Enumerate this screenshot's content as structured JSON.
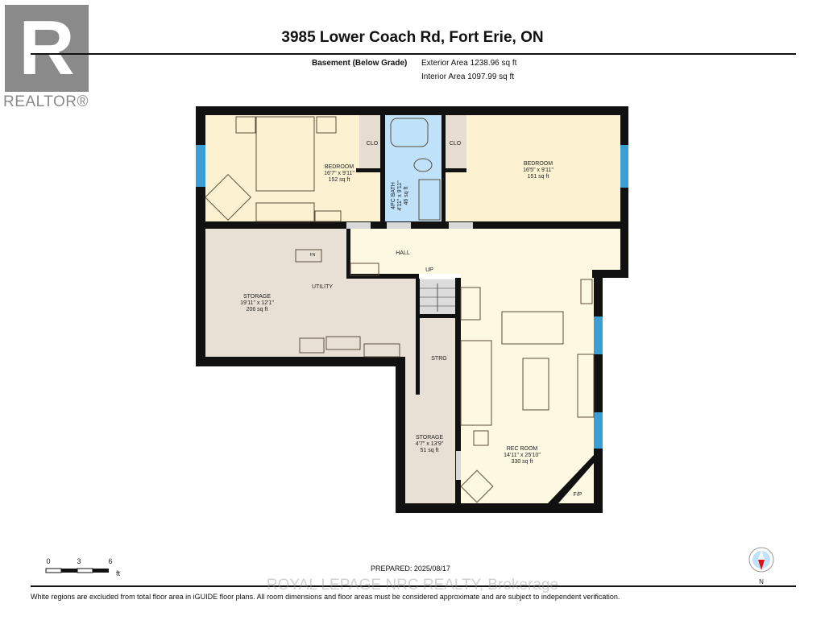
{
  "title": "3985 Lower Coach Rd, Fort Erie, ON",
  "floor": {
    "name": "Basement (Below Grade)",
    "exterior_area": "Exterior Area 1238.96 sq ft",
    "interior_area": "Interior Area 1097.99 sq ft"
  },
  "logo": {
    "letter": "R",
    "text": "REALTOR®"
  },
  "rooms": {
    "bedroom1": {
      "name": "BEDROOM",
      "dims": "16'7\" x 9'11\"",
      "area": "152 sq ft"
    },
    "closet1": {
      "name": "CLO"
    },
    "bath": {
      "name": "4PC BATH",
      "dims": "4'11\" x 9'11\"",
      "area": "46 sq ft"
    },
    "closet2": {
      "name": "CLO"
    },
    "bedroom2": {
      "name": "BEDROOM",
      "dims": "16'5\" x 9'11\"",
      "area": "151 sq ft"
    },
    "hall": {
      "name": "HALL"
    },
    "up": {
      "name": "UP"
    },
    "utility": {
      "name": "UTILITY"
    },
    "storage1": {
      "name": "STORAGE",
      "dims": "19'11\" x 12'1\"",
      "area": "206 sq ft"
    },
    "furnace": {
      "name": "FN"
    },
    "strg": {
      "name": "STRG"
    },
    "storage2": {
      "name": "STORAGE",
      "dims": "4'7\" x 13'9\"",
      "area": "51 sq ft"
    },
    "rec": {
      "name": "REC ROOM",
      "dims": "14'11\" x 25'10\"",
      "area": "330 sq ft"
    },
    "fp": {
      "name": "F/P"
    }
  },
  "scale": {
    "ticks": [
      "0",
      "3",
      "6"
    ],
    "unit": "ft"
  },
  "prepared": "PREPARED: 2025/08/17",
  "compass": {
    "label": "N"
  },
  "watermark": "ROYAL LEPAGE NRC REALTY, Brokerage",
  "disclaimer": "White regions are excluded from total floor area in iGUIDE floor plans. All room dimensions and floor areas must be considered approximate and are subject to independent verification.",
  "colors": {
    "bedroom": "#fcf2d2",
    "bath": "#bfe2fa",
    "storage": "#e8e0d4",
    "hall": "#fdf8e2",
    "wall": "#111111",
    "window": "#3b9fd6"
  }
}
